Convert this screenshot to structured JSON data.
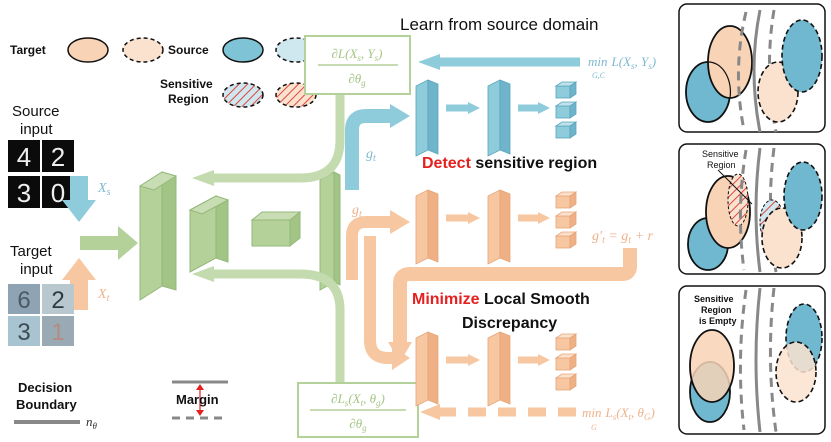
{
  "header": {
    "title": "Learn from source domain"
  },
  "legend": {
    "target": "Target",
    "source": "Source",
    "sensitive": "Sensitive",
    "region": "Region",
    "decision": "Decision",
    "boundary": "Boundary",
    "n_theta": "n",
    "n_theta_sub": "θ",
    "margin": "Margin"
  },
  "inputs": {
    "source_l1": "Source",
    "source_l2": "input",
    "target_l1": "Target",
    "target_l2": "input",
    "xs": "X",
    "xs_sub": "s",
    "xt": "X",
    "xt_sub": "t",
    "source_digits": [
      "4",
      "2",
      "3",
      "0"
    ],
    "target_digits": [
      "6",
      "2",
      "3",
      "1"
    ]
  },
  "equations": {
    "grad_top_num": "∂L(X",
    "grad_top_num_sub": "s",
    "grad_top_num_end": ", Y",
    "grad_top_num_sub2": "s",
    "grad_top_den": "∂θ",
    "grad_top_den_sub": "g",
    "grad_bot_num": "∂L",
    "grad_bot_num_sub": "s",
    "grad_bot_num_mid": "(X",
    "grad_bot_num_sub2": "t",
    "grad_bot_num_end": ", θ",
    "grad_bot_num_sub3": "g",
    "grad_bot_den": "∂θ",
    "grad_bot_den_sub": "g",
    "min_top": "min",
    "min_top_sub": "G,C",
    "min_top_expr": "L(X",
    "min_top_expr_sub": "s",
    "min_top_expr_end": ", Y",
    "min_top_expr_sub2": "s",
    "min_bot": "min",
    "min_bot_sub": "G",
    "min_bot_expr": "L",
    "min_bot_expr_sub": "s",
    "min_bot_expr_mid": "(X",
    "min_bot_expr_sub2": "t",
    "min_bot_expr_end": ", θ",
    "min_bot_expr_sub3": "G",
    "gt1": "g",
    "gt1_sub": "t",
    "gt2": "g",
    "gt2_sub": "t",
    "gprime": "g′",
    "gprime_sub": "t",
    "gprime_rest": " = g",
    "gprime_rest_sub": "t",
    "gprime_end": " + r"
  },
  "labels": {
    "detect_red": "Detect",
    "detect_rest": " sensitive region",
    "minimize_red": "Minimize",
    "minimize_rest": " Local Smooth",
    "discrepancy": "Discrepancy"
  },
  "panels": {
    "p2_l1": "Sensitive",
    "p2_l2": "Region",
    "p3_l1": "Sensitive",
    "p3_l2": "Region",
    "p3_l3": "is Empty"
  },
  "colors": {
    "blue": "#7fc4d6",
    "blue_fill": "#9ccfdc",
    "orange": "#f5c9a6",
    "orange_arrow": "#f6c7a0",
    "green": "#b4d19a",
    "green_stroke": "#93b878",
    "red": "#e52020"
  }
}
